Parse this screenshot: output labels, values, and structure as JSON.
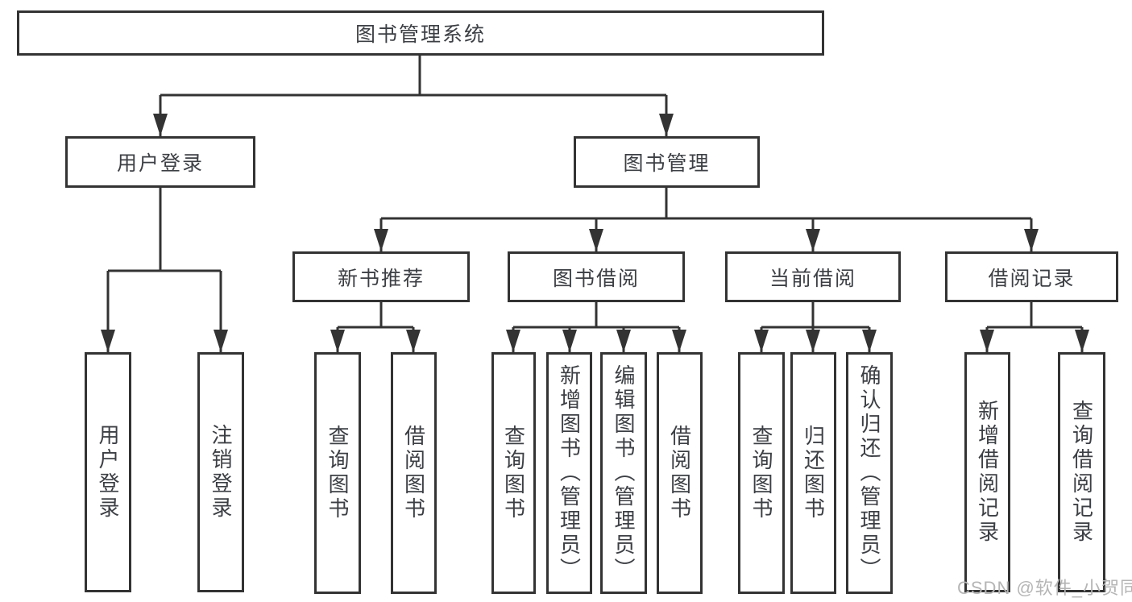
{
  "tree": {
    "label": "图书管理系统",
    "children": [
      {
        "label": "用户登录",
        "children": [
          {
            "label": "用户登录"
          },
          {
            "label": "注销登录"
          }
        ]
      },
      {
        "label": "图书管理",
        "children": [
          {
            "label": "新书推荐",
            "children": [
              {
                "label": "查询图书"
              },
              {
                "label": "借阅图书"
              }
            ]
          },
          {
            "label": "图书借阅",
            "children": [
              {
                "label": "查询图书"
              },
              {
                "label": "新增图书（管理员）"
              },
              {
                "label": "编辑图书（管理员）"
              },
              {
                "label": "借阅图书"
              }
            ]
          },
          {
            "label": "当前借阅",
            "children": [
              {
                "label": "查询图书"
              },
              {
                "label": "归还图书"
              },
              {
                "label": "确认归还（管理员）"
              }
            ]
          },
          {
            "label": "借阅记录",
            "children": [
              {
                "label": "新增借阅记录"
              },
              {
                "label": "查询借阅记录"
              }
            ]
          }
        ]
      }
    ]
  },
  "watermark": {
    "text": "CSDN @软件_小贺同学"
  },
  "colors": {
    "line": "#333333",
    "text": "#3c3f44",
    "background": "#ffffff",
    "watermark": "#b5b5b5"
  }
}
